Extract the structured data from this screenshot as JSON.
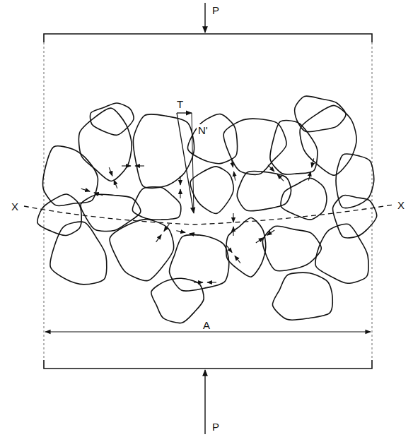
{
  "diagram": {
    "labels": [
      "P",
      "T",
      "N'",
      "X",
      "X",
      "A",
      "P"
    ]
  }
}
